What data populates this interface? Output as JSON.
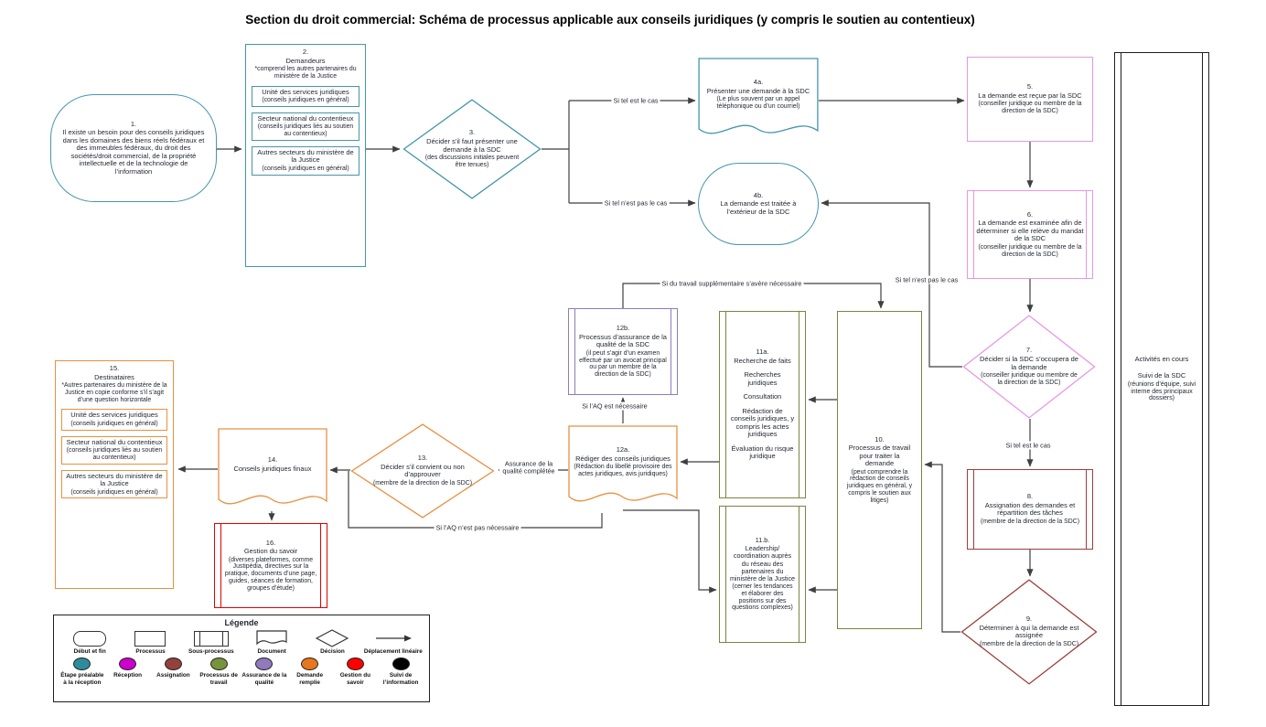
{
  "title": "Section du droit commercial: Schéma de processus applicable aux conseils juridiques  (y compris le soutien au contentieux)",
  "nodes": {
    "n1": {
      "num": "1.",
      "main": "Il existe un besoin pour des conseils juridiques dans les domaines des biens réels fédéraux et des immeubles fédéraux, du droit des sociétés/droit commercial, de la propriété intellectuelle et de la technologie de l’information"
    },
    "n2": {
      "num": "2.",
      "main": "Demandeurs",
      "sub": "*comprend les autres partenaires du ministère de la Justice",
      "children": [
        {
          "main": "Unité des services juridiques",
          "sub": "(conseils juridiques en général)"
        },
        {
          "main": "Secteur national du contentieux",
          "sub": "(conseils juridiques liés au soutien au contentieux)"
        },
        {
          "main": "Autres secteurs du ministère de la Justice",
          "sub": "(conseils juridiques en général)"
        }
      ]
    },
    "n3": {
      "num": "3.",
      "main": "Décider s’il faut présenter une demande à la SDC",
      "sub": "(des discussions initiales peuvent être tenues)"
    },
    "n4a": {
      "num": "4a.",
      "main": "Présenter une demande à la SDC",
      "sub": "(Le plus souvent par un appel téléphonique ou d’un courriel)"
    },
    "n4b": {
      "num": "4b.",
      "main": "La demande est traitée à l’extérieur de la SDC"
    },
    "n5": {
      "num": "5.",
      "main": "La demande est reçue par la SDC",
      "sub": "(conseiller juridique ou membre de la direction de la SDC)"
    },
    "n6": {
      "num": "6.",
      "main": "La demande est examinée afin de déterminer si elle relève du mandat de la SDC",
      "sub": "(conseiller juridique ou membre de la direction de la SDC)"
    },
    "n7": {
      "num": "7.",
      "main": "Décider si la SDC s’occupera de la demande",
      "sub": "(conseiller juridique ou membre de la direction de la SDC)"
    },
    "n8": {
      "num": "8.",
      "main": "Assignation des demandes et répartition des tâches",
      "sub": "(membre de la direction de la SDC)"
    },
    "n9": {
      "num": "9.",
      "main": "Déterminer à qui la demande est assignée",
      "sub": "(membre de la direction de la SDC)"
    },
    "n10": {
      "num": "10.",
      "main": "Processus de travail pour traiter la demande",
      "sub": "(peut comprendre la rédaction de conseils juridiques en général, y compris le soutien aux litiges)"
    },
    "n11a": {
      "num": "11a.",
      "items": [
        "Recherche de faits",
        "Recherches juridiques",
        "Consultation",
        "Rédaction de conseils juridiques, y compris les actes juridiques",
        "Évaluation du risque juridique"
      ]
    },
    "n11b": {
      "num": "11.b.",
      "main": "Leadership/ coordination auprès du réseau des partenaires du ministère de la Justice",
      "sub": "(cerner les tendances et élaborer des positions sur des questions complexes)"
    },
    "n12a": {
      "num": "12a.",
      "main": "Rédiger des conseils juridiques",
      "sub": "(Rédaction du libellé provisoire des actes juridiques, avis juridiques)"
    },
    "n12b": {
      "num": "12b.",
      "main": "Processus d’assurance de la qualité de la SDC",
      "sub": "(il peut s’agir d’un examen effectué par un avocat principal ou par un membre de la direction de la SDC)"
    },
    "n13": {
      "num": "13.",
      "main": "Décider s’il convient ou non d’approuver",
      "sub": "(membre de la direction de la SDC)"
    },
    "n14": {
      "num": "14.",
      "main": "Conseils juridiques finaux"
    },
    "n15": {
      "num": "15.",
      "main": "Destinataires",
      "sub": "*Autres partenaires du ministère de la Justice en copie conforme s’il s’agit d’une question horizontale",
      "children": [
        {
          "main": "Unité des services juridiques",
          "sub": "(conseils juridiques en général)"
        },
        {
          "main": "Secteur national du contentieux",
          "sub": "(conseils juridiques liés au soutien au contentieux)"
        },
        {
          "main": "Autres secteurs du ministère de la Justice",
          "sub": "(conseils juridiques en général)"
        }
      ]
    },
    "n16": {
      "num": "16.",
      "main": "Gestion du savoir",
      "sub": "(diverses plateformes, comme Justipédia, directives sur la pratique, documents d’une page, guides, séances de formation, groupes d’étude)"
    },
    "ongoing": {
      "line1": "Activités en cours",
      "line2": "Suivi de la SDC",
      "sub": "(réunions d’équipe, suivi interne des principaux dossiers)"
    }
  },
  "edges": {
    "to4a": "Si tel est le cas",
    "to4b": "Si tel n’est pas le cas",
    "extra_work": "Si du travail supplémentaire s’avère nécessaire",
    "not_case_7": "Si tel n’est pas le cas",
    "case_7": "Si tel est le cas",
    "qa_needed": "Si l’AQ est nécessaire",
    "qa_done": "Assurance de la qualité complétée",
    "qa_not_needed": "Si l’AQ n’est pas nécessaire"
  },
  "legend": {
    "title": "Légende",
    "shapes": [
      {
        "label": "Début et fin"
      },
      {
        "label": "Processus"
      },
      {
        "label": "Sous-processus"
      },
      {
        "label": "Document"
      },
      {
        "label": "Décision"
      },
      {
        "label": "Déplacement linéaire"
      }
    ],
    "colors": [
      {
        "label": "Étape préalable à la réception",
        "color": "#2E8B9C"
      },
      {
        "label": "Réception",
        "color": "#CC00CC"
      },
      {
        "label": "Assignation",
        "color": "#94403C"
      },
      {
        "label": "Processus de travail",
        "color": "#77933C"
      },
      {
        "label": "Assurance de la qualité",
        "color": "#9079BE"
      },
      {
        "label": "Demande remplie",
        "color": "#E8761B"
      },
      {
        "label": "Gestion du savoir",
        "color": "#FF0000"
      },
      {
        "label": "Suivi de l’information",
        "color": "#000000"
      }
    ]
  },
  "colors": {
    "teal": "#4496AC",
    "pink": "#E996E4",
    "darkred": "#9C3E3C",
    "olive": "#7F8243",
    "purple": "#8F7CB8",
    "orange": "#E89040",
    "red": "#E00000",
    "wire": "#3F3F3F"
  }
}
